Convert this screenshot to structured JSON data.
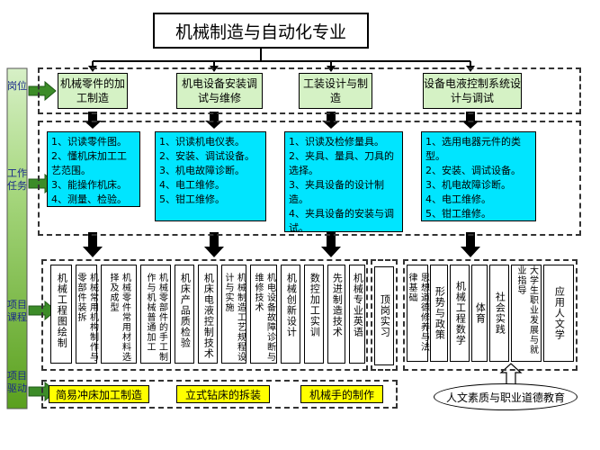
{
  "title": "机械制造与自动化专业",
  "left_labels": {
    "position": "岗位",
    "tasks": "工作任务",
    "courses": "项目课程",
    "drive": "项目驱动"
  },
  "positions": [
    "机械零件的加工制造",
    "机电设备安装调试与维修",
    "工装设计与制造",
    "设备电液控制系统设计与调试"
  ],
  "tasks": [
    "1、识读零件图。\n2、懂机床加工工艺范围。\n3、能操作机床。\n4、测量、检验。",
    "1、识读机电仪表。\n2、安装、调试设备。\n3、机电故障诊断。\n4、电工维修。\n5、钳工维修。",
    "1、识读及检修量具。\n2、夹具、量具、刀具的选择。\n3、夹具设备的设计制造。\n4、夹具设备的安装与调试。",
    "1、选用电器元件的类型。\n2、安装、调试设备。\n3、机电故障诊断。\n4、电工维修。\n5、钳工维修。"
  ],
  "courses": [
    "机械工程图绘制",
    "机械常用机构制作与零部件装拆",
    "机械零件常用材料选择及成型",
    "机械零部件的手工制作与机械普通加工",
    "机床产品质检验",
    "机床电液控制技术",
    "机械制造工艺规程设计与实施",
    "机电设备故障诊断与维修技术",
    "机械创新设计",
    "数控加工实训",
    "先进制造技术",
    "机械专业英语"
  ],
  "internship": "顶岗实习",
  "general_courses": [
    "思想道德修养与法律基础",
    "形势与政策",
    "机械工程数学",
    "体育",
    "社会实践",
    "大学生职业发展与就业指导",
    "应用人文学"
  ],
  "drive_projects": [
    "简易冲床加工制造",
    "立式钻床的拆装",
    "机械手的制作"
  ],
  "humanities": "人文素质与职业道德教育",
  "colors": {
    "left_bar_top": "#d7f0c7",
    "left_bar_bottom": "#5aa01e",
    "position_fill": "#d5f2c5",
    "task_fill": "#00e5ff",
    "drive_fill": "#ffff00",
    "arrow_fill": "#3c8c28"
  }
}
